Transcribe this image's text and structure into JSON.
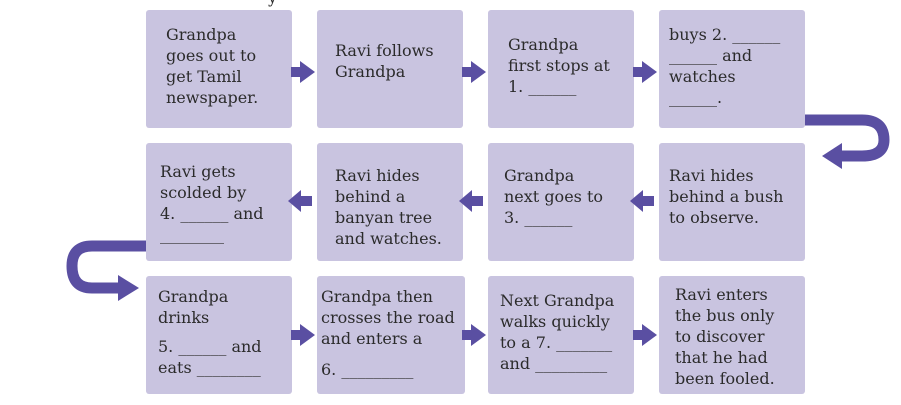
{
  "top_fragment": "y",
  "colors": {
    "box_fill": "#c9c4e0",
    "arrow": "#5a4fa2",
    "text": "#2b2b2b"
  },
  "rows": [
    {
      "boxes": [
        {
          "lines": [
            "Grandpa",
            "goes out to",
            "get Tamil",
            "newspaper."
          ]
        },
        {
          "lines": [
            "Ravi follows",
            "Grandpa"
          ]
        },
        {
          "lines": [
            "Grandpa",
            "first stops at",
            "1. ______"
          ]
        },
        {
          "lines": [
            "buys 2. ______",
            "______ and",
            "watches",
            "______."
          ]
        }
      ]
    },
    {
      "boxes": [
        {
          "lines": [
            "Ravi gets",
            "scolded by",
            "4. ______ and",
            "________"
          ]
        },
        {
          "lines": [
            "Ravi hides",
            "behind a",
            "banyan tree",
            "and watches."
          ]
        },
        {
          "lines": [
            "Grandpa",
            "next goes to",
            "3. ______"
          ]
        },
        {
          "lines": [
            "Ravi hides",
            "behind a bush",
            "to observe."
          ]
        }
      ]
    },
    {
      "boxes": [
        {
          "lines": [
            "Grandpa",
            "drinks"
          ],
          "lines2": [
            "5. ______ and",
            "eats ________"
          ]
        },
        {
          "lines": [
            "Grandpa then",
            "crosses the road",
            "and enters a"
          ],
          "lines2": [
            "6. _________"
          ]
        },
        {
          "lines": [
            "Next Grandpa",
            "walks quickly",
            "to a 7. _______",
            "and _________"
          ]
        },
        {
          "lines": [
            "Ravi enters",
            "the bus only",
            "to discover",
            "that he had",
            "been fooled."
          ]
        }
      ]
    }
  ]
}
